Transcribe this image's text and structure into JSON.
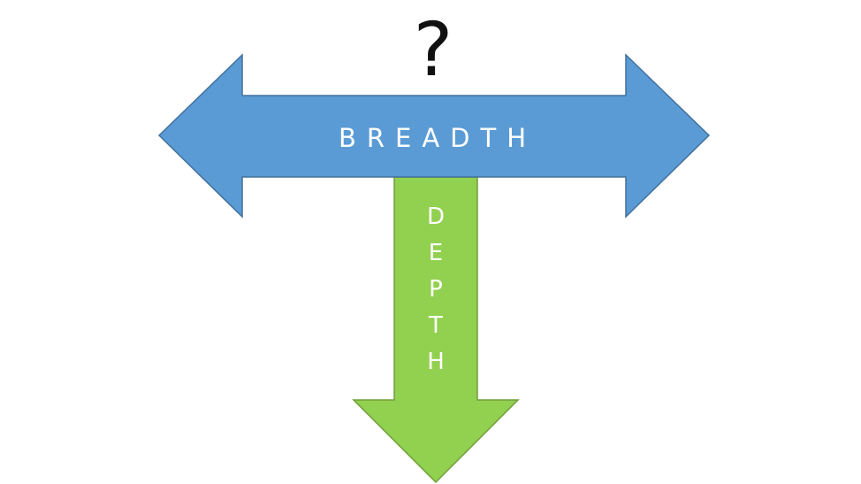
{
  "diagram": {
    "question": "?",
    "horizontal_arrow": {
      "label": "BREADTH",
      "color": "#5b9bd5",
      "outline": "#41719c"
    },
    "vertical_arrow": {
      "label": "DEPTH",
      "letters": [
        "D",
        "E",
        "P",
        "T",
        "H"
      ],
      "color": "#92d050",
      "outline": "#6f9e3a"
    },
    "text_color": "#ffffff"
  }
}
